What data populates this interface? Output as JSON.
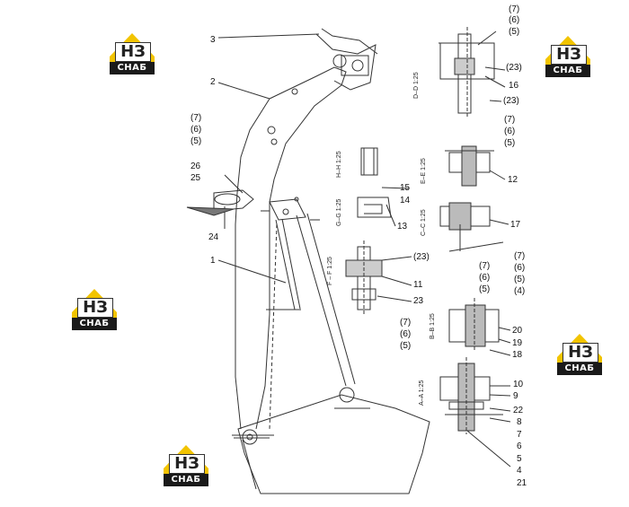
{
  "logo": {
    "main_text": "НЗ",
    "brand_text": "СНАБ"
  },
  "callouts": {
    "c3": "3",
    "c2": "2",
    "c26": "26",
    "c25": "25",
    "c24": "24",
    "c1": "1",
    "c7a": "(7)",
    "c6a": "(6)",
    "c5a": "(5)"
  },
  "sections": {
    "dd": "D–D",
    "dd_scale": "1:25",
    "hh": "H–H",
    "hh_scale": "1:25",
    "ee": "E–E",
    "ee_scale": "1:25",
    "gg": "G–G",
    "gg_scale": "1:25",
    "cc": "C–C",
    "cc_scale": "1:25",
    "ff": "F – F",
    "ff_scale": "1:25",
    "bb": "B–B",
    "bb_scale": "1:25",
    "aa": "A–A",
    "aa_scale": "1:25"
  },
  "right_labels": {
    "d7": "(7)",
    "d6": "(6)",
    "d5": "(5)",
    "d23a": "(23)",
    "d16": "16",
    "d23b": "(23)",
    "e7": "(7)",
    "e6": "(6)",
    "e5": "(5)",
    "e12": "12",
    "h15": "15",
    "h14": "14",
    "g13": "13",
    "c17": "17",
    "f23a": "(23)",
    "f11": "11",
    "f23": "23",
    "f7": "(7)",
    "f6": "(6)",
    "f5": "(5)",
    "b7": "(7)",
    "b6": "(6)",
    "b5": "(5)",
    "b4": "(4)",
    "b7b": "(7)",
    "b6b": "(6)",
    "b5b": "(5)",
    "b20": "20",
    "b19": "19",
    "b18": "18",
    "a10": "10",
    "a9": "9",
    "a22": "22",
    "a8": "8",
    "a7": "7",
    "a6": "6",
    "a5": "5",
    "a4": "4",
    "a21": "21"
  }
}
